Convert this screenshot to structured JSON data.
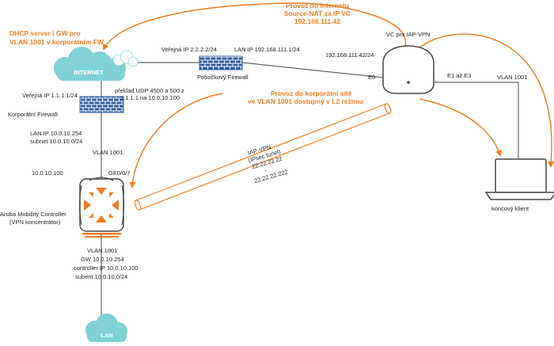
{
  "colors": {
    "accent_orange": "#ef7d22",
    "cloud_teal": "#7fd1d6",
    "firewall_blue": "#2f5f9e"
  },
  "callouts": {
    "dhcp_line1": "DHCP server i GW pro",
    "dhcp_line2": "VLAN 1001 v korporátním FW",
    "internet_line1": "Provoz do internetu",
    "internet_line2": "Source-NAT za IP VC",
    "internet_line3": "192.168.111.42",
    "corp_line1": "Provoz do korporátní sítě",
    "corp_line2": "ve VLAN 1001 dostupný v L2 režimu"
  },
  "internet": {
    "label": "INTERNET",
    "icon": "cloud-icon"
  },
  "branch": {
    "public_ip": "Veřejná IP 2.2.2.2/24",
    "lan_ip": "LAN IP 192.168.111.1/24",
    "firewall_label": "Pobočkový Firewall",
    "icon": "firewall-icon"
  },
  "vc": {
    "title": "VC pro IAP-VPN",
    "ip": "192.168.111.42/24",
    "e0": "E0",
    "e1e3": "E1 až E3",
    "icon": "access-point-icon"
  },
  "corporate": {
    "public_ip": "Veřejná IP 1.1.1.1/24",
    "nat_line1": "překlad UDP 4500 a 500 z",
    "nat_line2": "1.1.1.1 na 10.0.10.100",
    "firewall_label": "Korporátní Firewall",
    "lan_ip": "LAN IP  10.0.10.254",
    "subnet": "subnet  10.0.10.0/24",
    "vlan": "VLAN 1001",
    "icon": "firewall-icon"
  },
  "controller": {
    "ip": "10.0.10.100",
    "port": "GE0/0/7",
    "name_line1": "Aruba Mobillity Controller",
    "name_line2": "(VPN koncentrátor)",
    "icon": "controller-icon"
  },
  "tunnel": {
    "line1": "IAP-VPN",
    "line2": "(IPsec tunel)",
    "line3": "22.22.22.22",
    "line4": "-",
    "line5": "22.22.22.222"
  },
  "client": {
    "vlan": "VLAN 1001",
    "label": "koncový klient",
    "icon": "laptop-icon"
  },
  "lan_side": {
    "vlan": "VLAN 1001",
    "gw": "GW 10.0.10.254",
    "controller_ip": "controller IP 10.0.10.100",
    "subnet": "subent 10.0.10.0/24",
    "cloud_label": "LAN",
    "icon": "cloud-icon"
  }
}
